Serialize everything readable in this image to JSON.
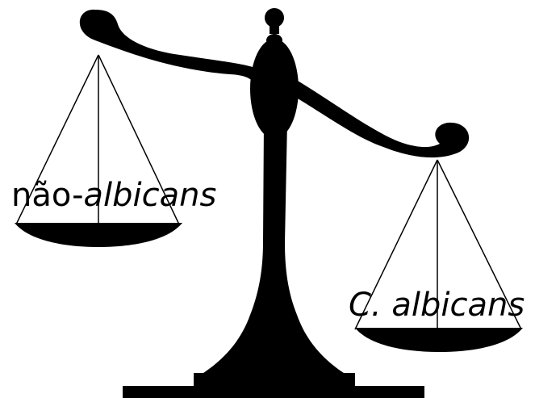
{
  "labels": {
    "left_prefix": "não-",
    "left_italic": "albicans",
    "right_italic": "C. albicans"
  },
  "colors": {
    "ink": "#000000",
    "background": "#ffffff"
  }
}
